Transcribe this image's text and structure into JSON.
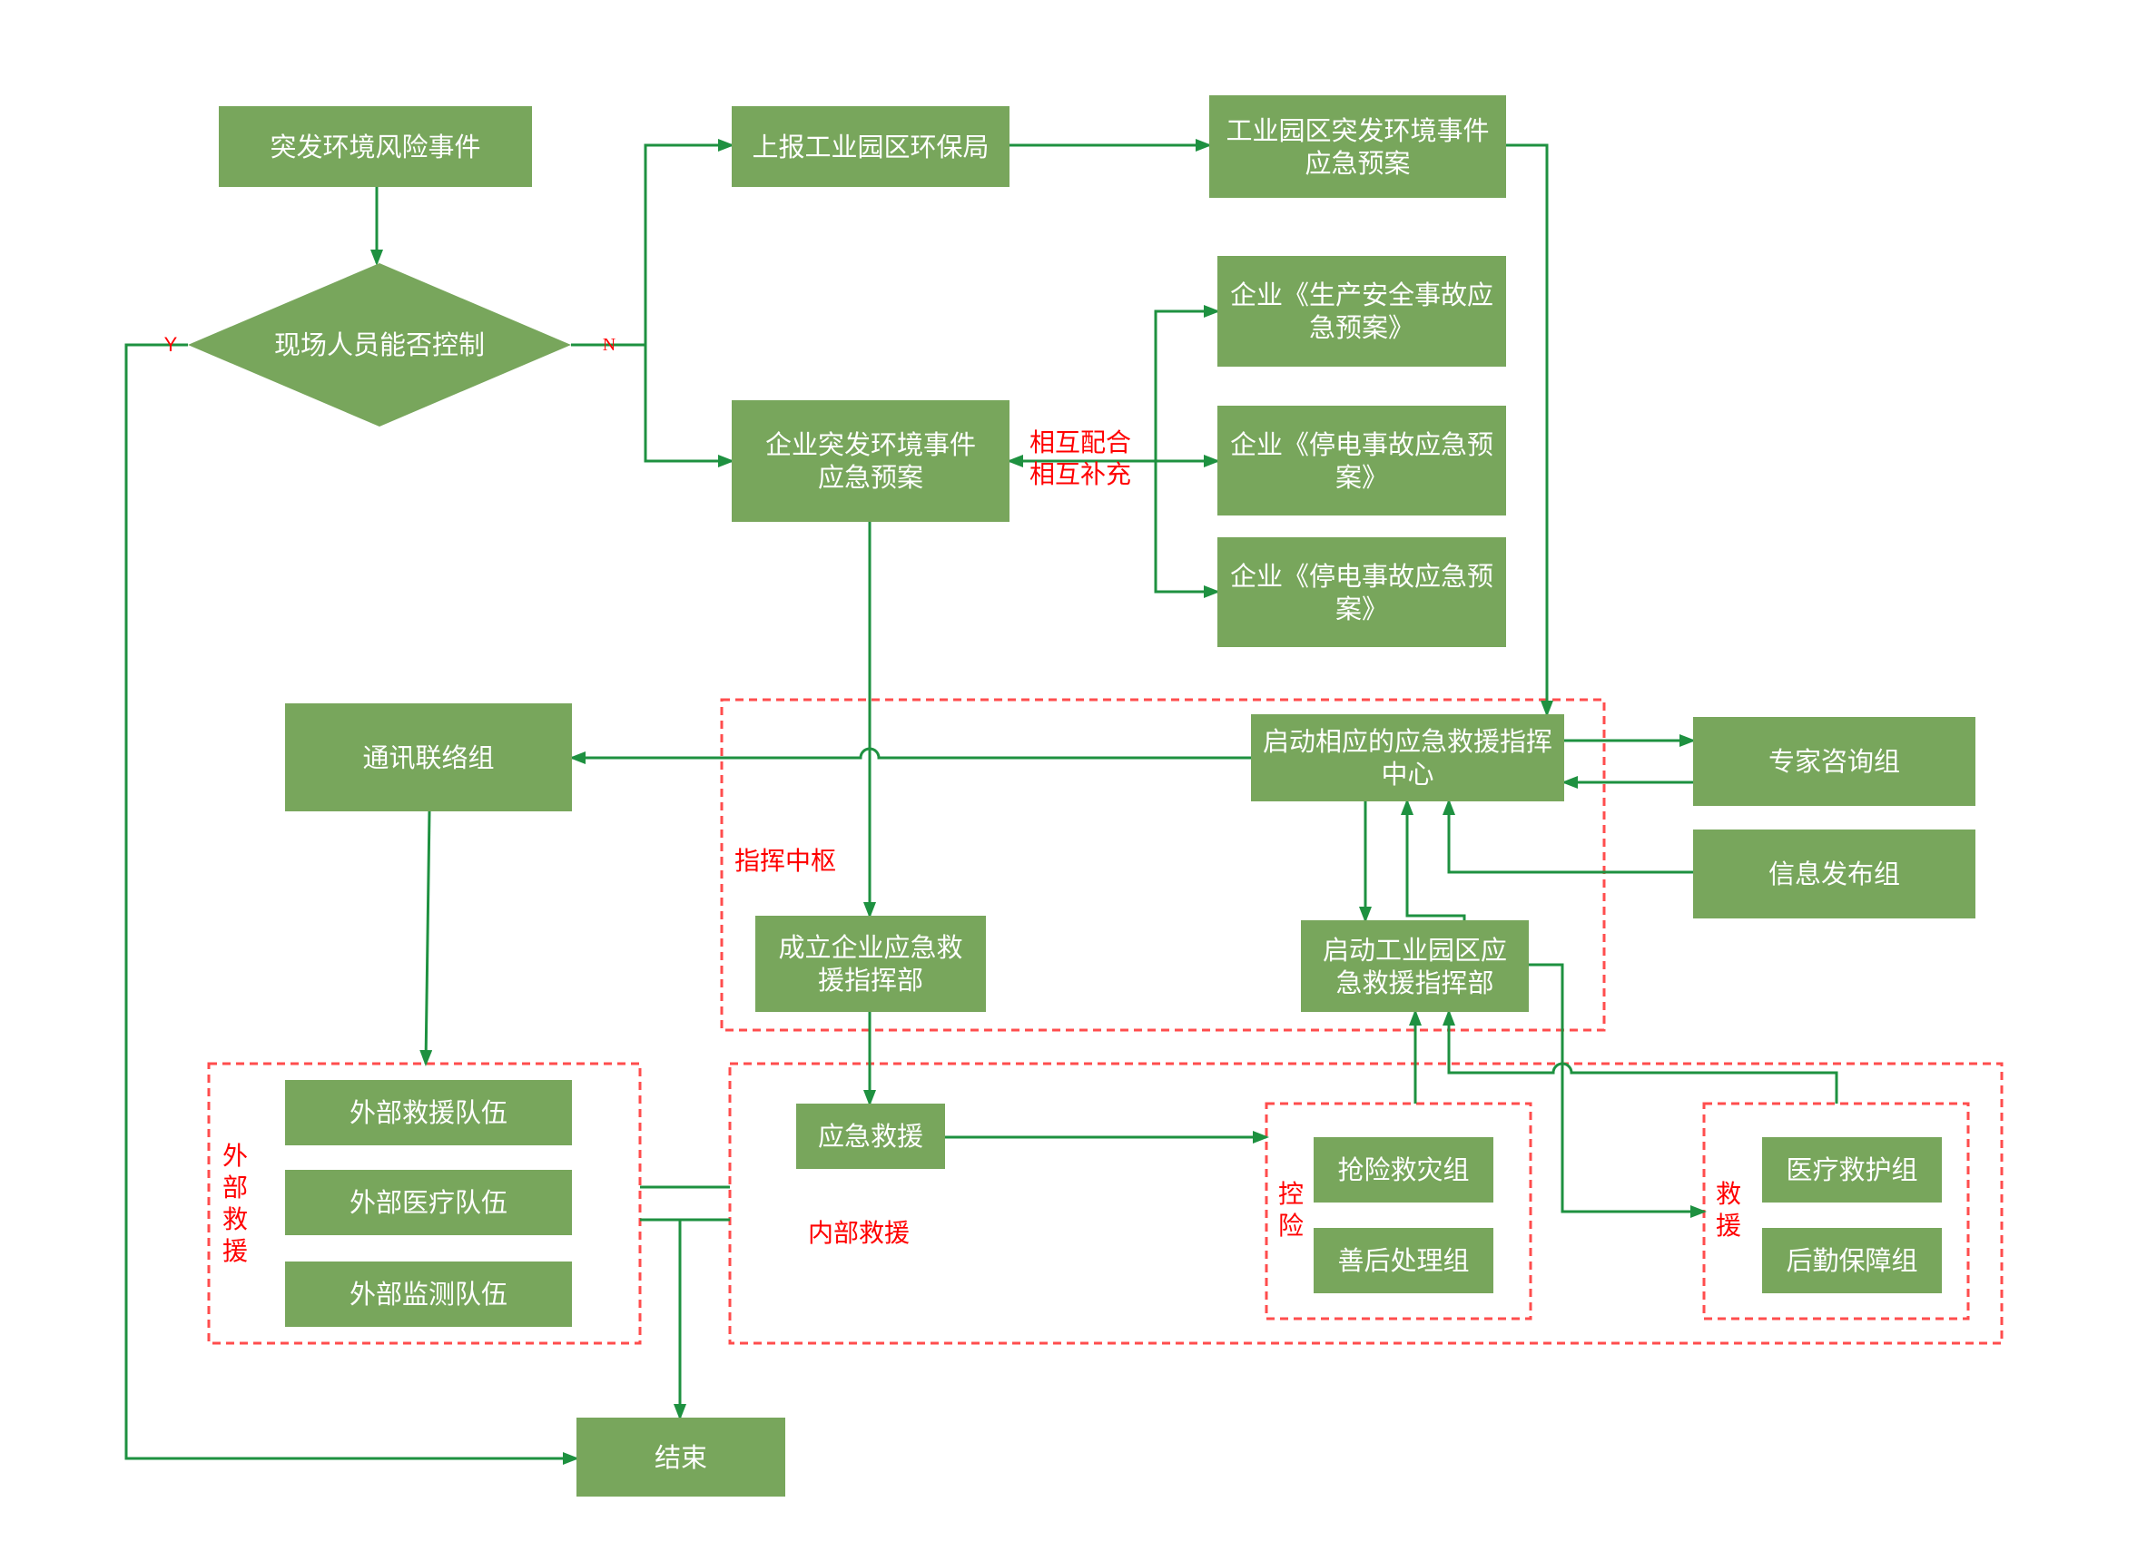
{
  "nodes": {
    "event": "突发环境风险事件",
    "decision": "现场人员能否控制",
    "report": "上报工业园区环保局",
    "park_plan": "工业园区突发环境事件应急预案",
    "safety_plan": "企业《生产安全事故应急预案》",
    "enterprise_plan": "企业突发环境事件应急预案",
    "power_plan_1": "企业《停电事故应急预案》",
    "power_plan_2": "企业《停电事故应急预案》",
    "comms_group": "通讯联络组",
    "command_center": "启动相应的应急救援指挥中心",
    "expert_group": "专家咨询组",
    "info_group": "信息发布组",
    "enterprise_hq": "成立企业应急救援指挥部",
    "park_hq": "启动工业园区应急救援指挥部",
    "ext_rescue_team": "外部救援队伍",
    "ext_medical_team": "外部医疗队伍",
    "ext_monitor_team": "外部监测队伍",
    "emergency_rescue": "应急救援",
    "rescue_disaster_group": "抢险救灾组",
    "aftermath_group": "善后处理组",
    "medical_group": "医疗救护组",
    "logistics_group": "后勤保障组",
    "end": "结束"
  },
  "labels": {
    "yes": "Y",
    "no": "N",
    "cooperate": "相互配合",
    "supplement": "相互补充",
    "command_hub": "指挥中枢",
    "external_rescue": "外部救援",
    "internal_rescue": "内部救援",
    "risk_control": "控险",
    "rescue": "救援"
  },
  "colors": {
    "node_fill": "#78a65c",
    "node_text": "#ffffff",
    "connector": "#1e9140",
    "annotation_red": "#ff0000",
    "group_border": "#ff4d4d",
    "background": "#ffffff"
  }
}
